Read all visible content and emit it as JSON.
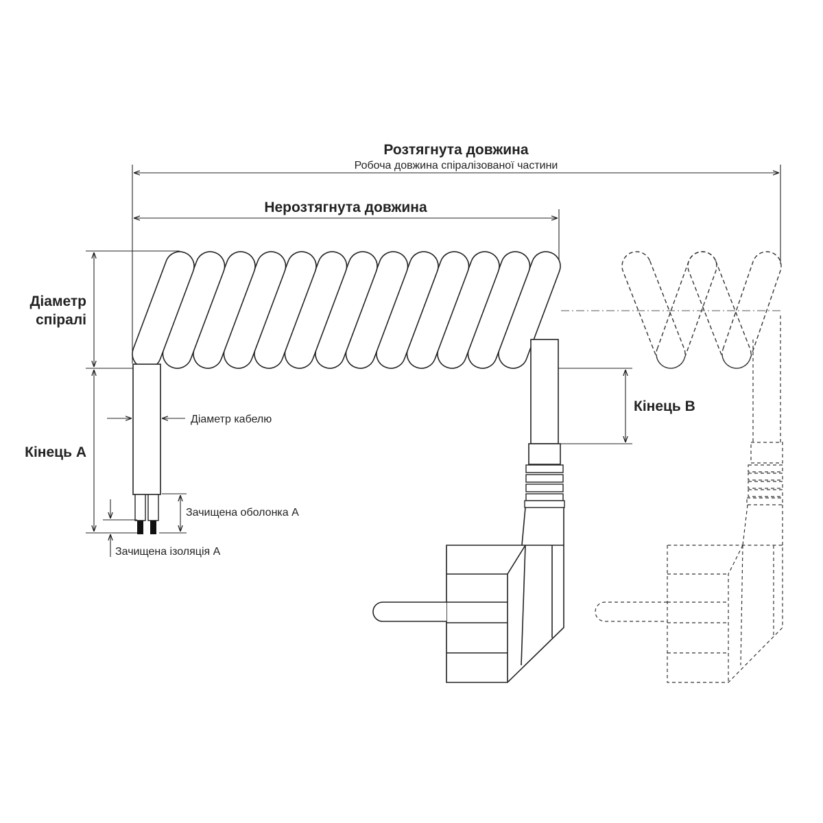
{
  "labels": {
    "stretched_length": "Розтягнута довжина",
    "working_length": "Робоча довжина спіралізованої частини",
    "unstretched_length": "Нерозтягнута довжина",
    "coil_diameter_line1": "Діаметр",
    "coil_diameter_line2": "спіралі",
    "end_a": "Кінець А",
    "end_b": "Кінець В",
    "cable_diameter": "Діаметр кабелю",
    "stripped_sheath": "Зачищена оболонка А",
    "stripped_insulation": "Зачищена ізоляція А"
  },
  "colors": {
    "line": "#222222",
    "background": "#ffffff",
    "conductor": "#111111"
  },
  "coil": {
    "turns": 13,
    "extended_turns_dashed": 3
  }
}
